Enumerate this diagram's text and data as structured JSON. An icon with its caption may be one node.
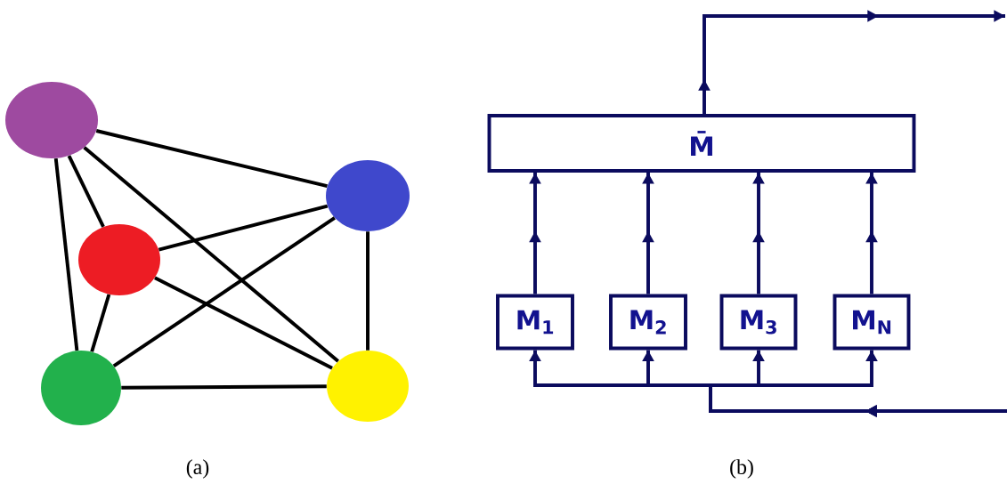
{
  "diagram": {
    "nodes": [
      {
        "text": [],
        "shape": "circle"
      },
      {
        "text": [],
        "shape": "circle"
      },
      {
        "text": [],
        "shape": "circle"
      },
      {
        "text": [],
        "shape": "circle"
      },
      {
        "text": [],
        "shape": "circle"
      },
      {
        "text": [
          "M̄"
        ]
      },
      {
        "text": [
          "M$_{1}$"
        ]
      },
      {
        "text": [
          "M$_{2}$"
        ]
      },
      {
        "text": [
          "M$_{3}$"
        ]
      },
      {
        "text": [
          "M$_{N}$"
        ]
      }
    ],
    "edges": [
      {
        "from": 0,
        "to": 1,
        "arrow": "none"
      },
      {
        "from": 0,
        "to": 2,
        "arrow": "none"
      },
      {
        "from": 0,
        "to": 3,
        "arrow": "none"
      },
      {
        "from": 0,
        "to": 4,
        "arrow": "none"
      },
      {
        "from": 1,
        "to": 2,
        "arrow": "none"
      },
      {
        "from": 1,
        "to": 3,
        "arrow": "none"
      },
      {
        "from": 1,
        "to": 4,
        "arrow": "none"
      },
      {
        "from": 2,
        "to": 3,
        "arrow": "none"
      },
      {
        "from": 2,
        "to": 4,
        "arrow": "none"
      },
      {
        "from": 3,
        "to": 4,
        "arrow": "none"
      },
      {
        "from": 6,
        "to": 5,
        "arrow": "to",
        "color": "#0b0b5e"
      },
      {
        "from": 7,
        "to": 5,
        "arrow": "to",
        "color": "#0b0b5e"
      },
      {
        "from": 8,
        "to": 5,
        "arrow": "to",
        "color": "#0b0b5e"
      },
      {
        "from": 9,
        "to": 5,
        "arrow": "to",
        "color": "#0b0b5e"
      },
      {
        "from": 5,
        "to": null,
        "arrow": "to",
        "color": "#0b0b5e"
      },
      {
        "from": null,
        "to": 6,
        "arrow": "to",
        "color": "#0b0b5e"
      },
      {
        "from": null,
        "to": 7,
        "arrow": "to",
        "color": "#0b0b5e"
      },
      {
        "from": null,
        "to": 8,
        "arrow": "to",
        "color": "#0b0b5e"
      },
      {
        "from": null,
        "to": 9,
        "arrow": "to",
        "color": "#0b0b5e"
      }
    ],
    "labels": [
      "(a)",
      "(b)"
    ]
  }
}
